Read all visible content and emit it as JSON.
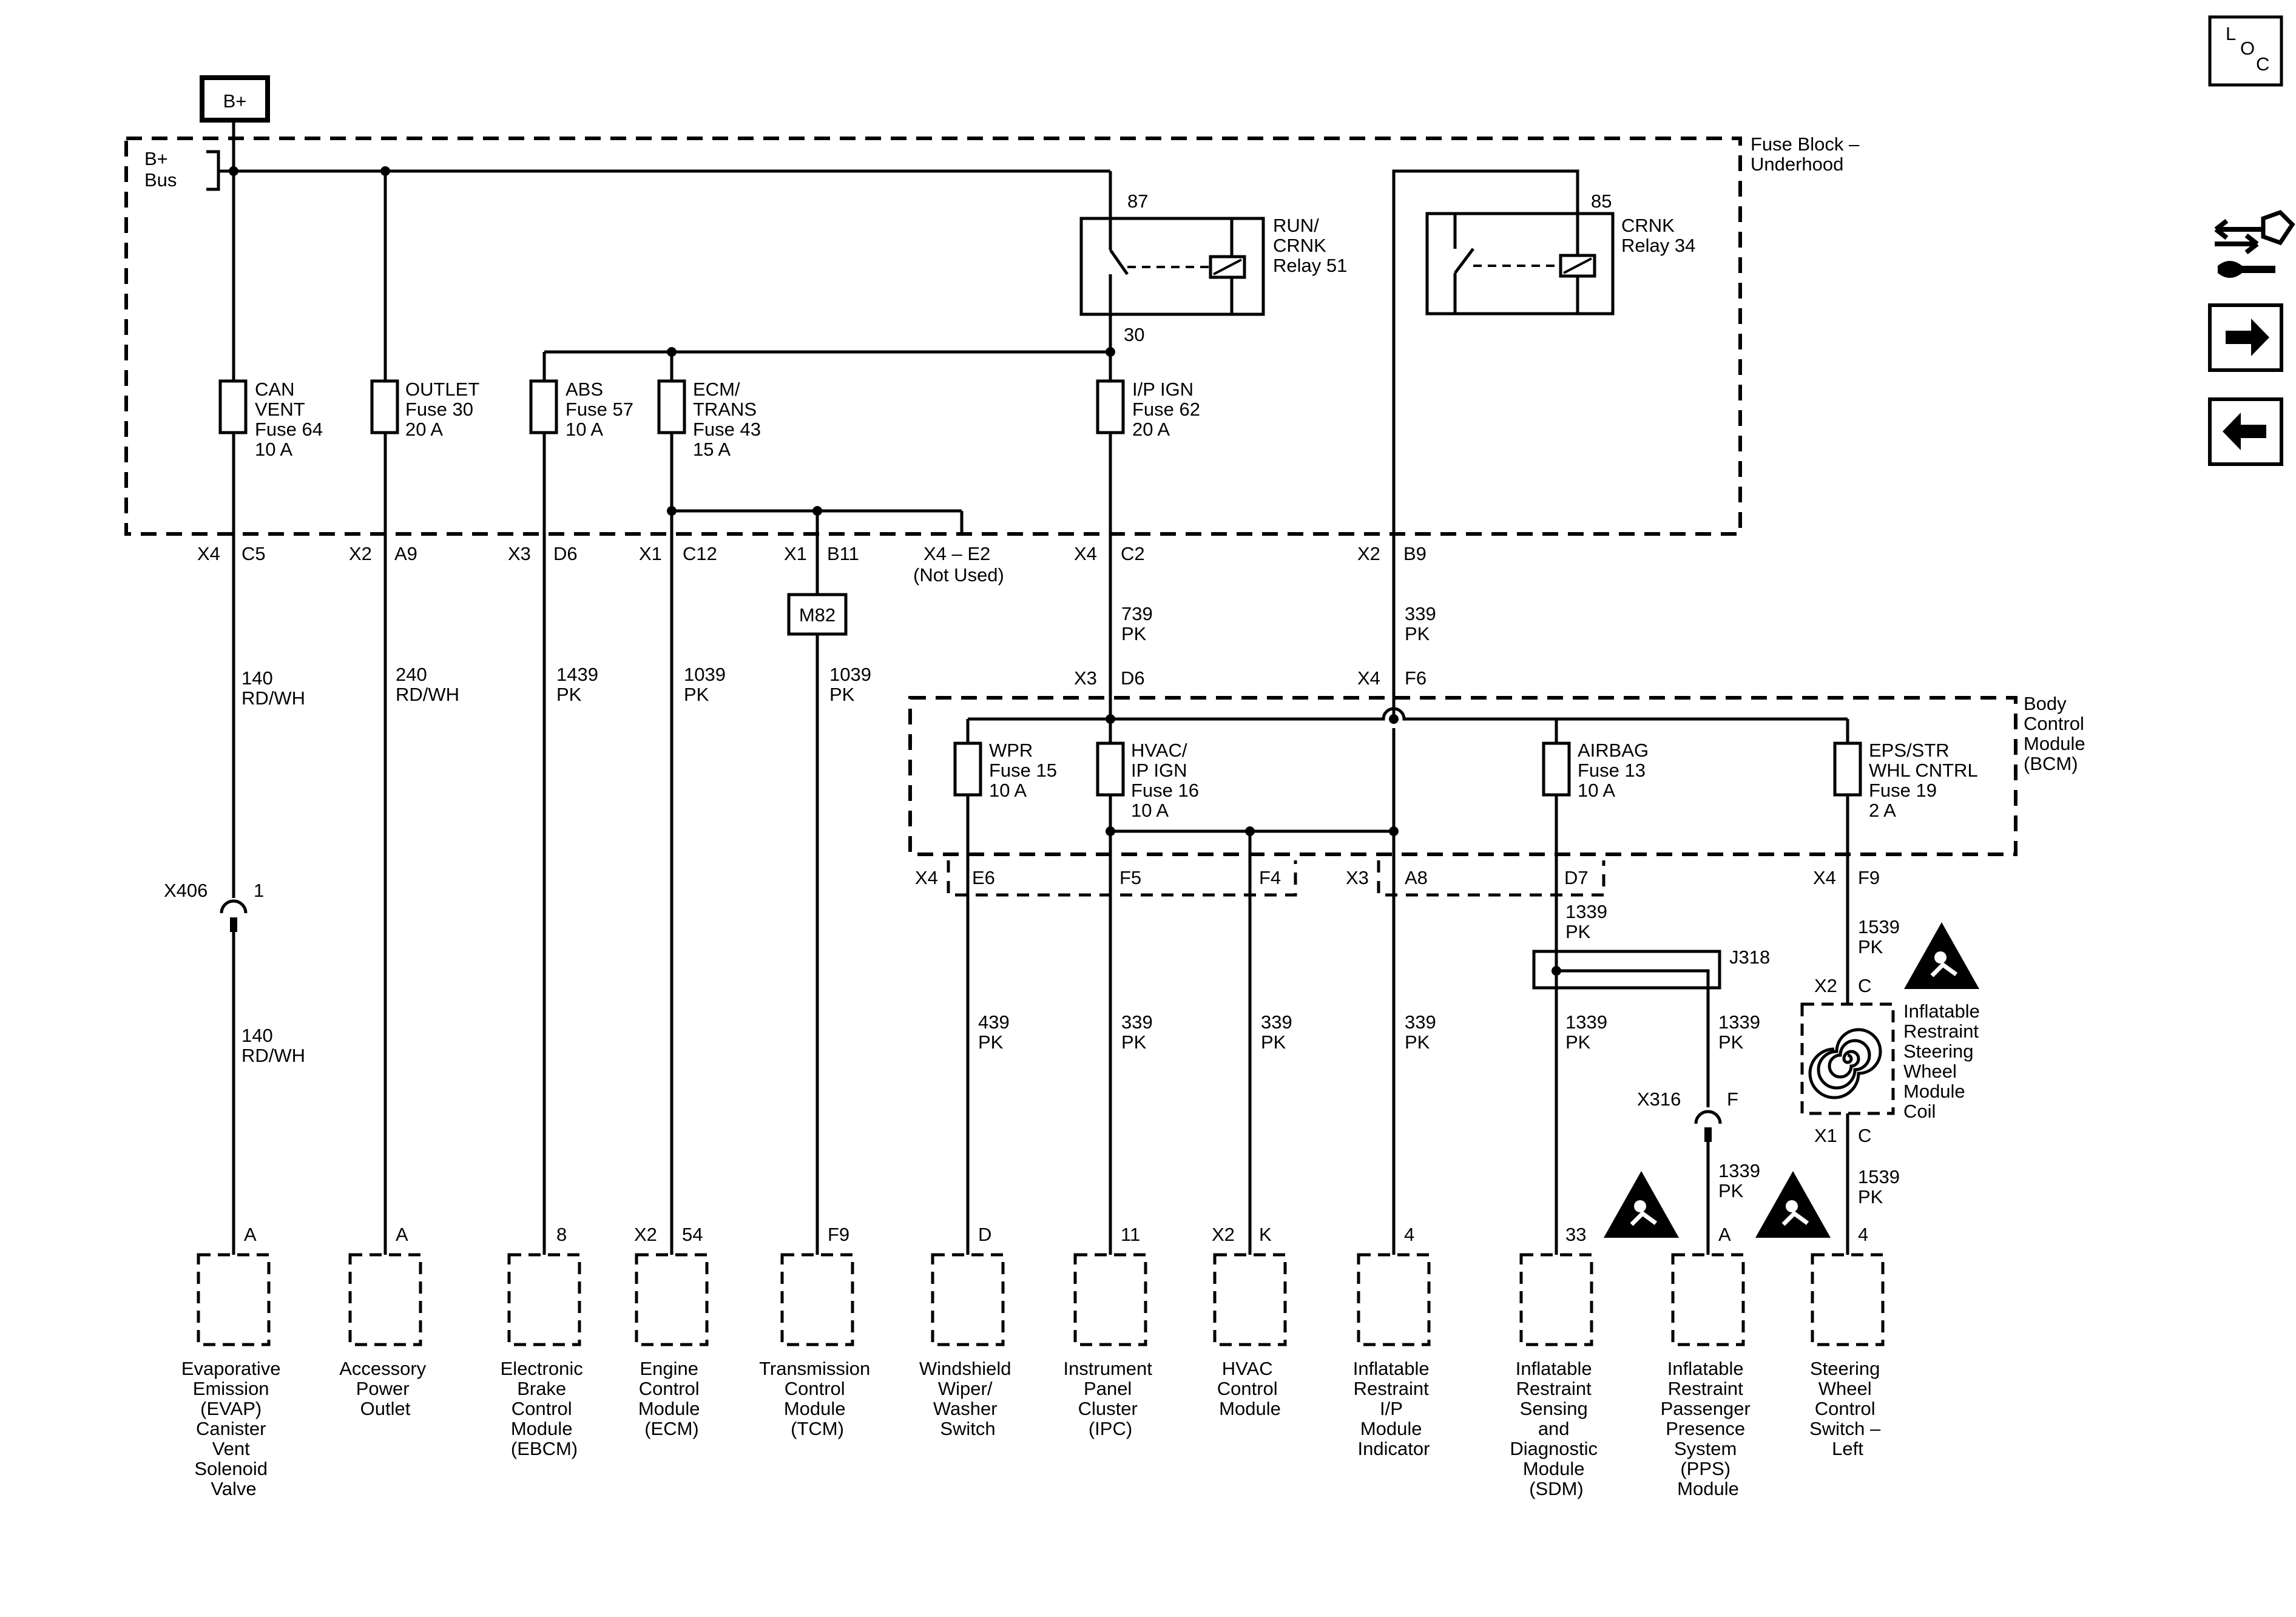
{
  "top": {
    "bplus": "B+",
    "bplus_bus": [
      "B+",
      "Bus"
    ]
  },
  "fuse_block": {
    "label": [
      "Fuse Block –",
      "Underhood"
    ]
  },
  "bcm": {
    "label": [
      "Body",
      "Control",
      "Module",
      "(BCM)"
    ]
  },
  "relays": [
    {
      "pin_in": "87",
      "pin_out": "30",
      "label": [
        "RUN/",
        "CRNK",
        "Relay 51"
      ]
    },
    {
      "pin_in": "85",
      "label": [
        "CRNK",
        "Relay 34"
      ]
    }
  ],
  "fuses_underhood": [
    {
      "label": [
        "CAN",
        "VENT",
        "Fuse 64",
        "10 A"
      ]
    },
    {
      "label": [
        "OUTLET",
        "Fuse 30",
        "20 A"
      ]
    },
    {
      "label": [
        "ABS",
        "Fuse 57",
        "10 A"
      ]
    },
    {
      "label": [
        "ECM/",
        "TRANS",
        "Fuse 43",
        "15 A"
      ]
    },
    {
      "label": [
        "I/P IGN",
        "Fuse 62",
        "20 A"
      ]
    }
  ],
  "fuses_bcm": [
    {
      "label": [
        "WPR",
        "Fuse 15",
        "10 A"
      ]
    },
    {
      "label": [
        "HVAC/",
        "IP IGN",
        "Fuse 16",
        "10 A"
      ]
    },
    {
      "label": [
        "AIRBAG",
        "Fuse 13",
        "10 A"
      ]
    },
    {
      "label": [
        "EPS/STR",
        "WHL CNTRL",
        "Fuse 19",
        "2 A"
      ]
    }
  ],
  "block_pins": [
    [
      "X4",
      "C5"
    ],
    [
      "X2",
      "A9"
    ],
    [
      "X3",
      "D6"
    ],
    [
      "X1",
      "C12"
    ],
    [
      "X1",
      "B11"
    ],
    [
      "X4 – E2",
      "(Not Used)"
    ],
    [
      "X4",
      "C2"
    ],
    [
      "X2",
      "B9"
    ]
  ],
  "bcm_in_pins": [
    [
      "X3",
      "D6"
    ],
    [
      "X4",
      "F6"
    ]
  ],
  "bcm_out_pins": [
    [
      "X4",
      "E6"
    ],
    [
      "F5"
    ],
    [
      "F4"
    ],
    [
      "X3",
      "A8"
    ],
    [
      "D7"
    ],
    [
      "X4",
      "F9"
    ]
  ],
  "wires": [
    [
      "140",
      "RD/WH"
    ],
    [
      "240",
      "RD/WH"
    ],
    [
      "1439",
      "PK"
    ],
    [
      "1039",
      "PK"
    ],
    [
      "1039",
      "PK"
    ],
    [
      "739",
      "PK"
    ],
    [
      "339",
      "PK"
    ],
    [
      "140",
      "RD/WH"
    ],
    [
      "439",
      "PK"
    ],
    [
      "339",
      "PK"
    ],
    [
      "339",
      "PK"
    ],
    [
      "339",
      "PK"
    ],
    [
      "1339",
      "PK"
    ],
    [
      "1339",
      "PK"
    ],
    [
      "1339",
      "PK"
    ],
    [
      "1339",
      "PK"
    ],
    [
      "1539",
      "PK"
    ],
    [
      "1539",
      "PK"
    ]
  ],
  "splice": {
    "m82": "M82",
    "j318": "J318"
  },
  "inline_connectors": {
    "x406": [
      "X406",
      "1"
    ],
    "x316": [
      "X316",
      "F"
    ],
    "coil_top": [
      "X2",
      "C"
    ],
    "coil_bottom": [
      "X1",
      "C"
    ]
  },
  "coil_label": [
    "Inflatable",
    "Restraint",
    "Steering",
    "Wheel",
    "Module",
    "Coil"
  ],
  "modules": [
    {
      "pin": [
        "A"
      ],
      "name": [
        "Evaporative",
        "Emission",
        "(EVAP)",
        "Canister",
        "Vent",
        "Solenoid",
        "Valve"
      ]
    },
    {
      "pin": [
        "A"
      ],
      "name": [
        "Accessory",
        "Power",
        "Outlet"
      ]
    },
    {
      "pin": [
        "8"
      ],
      "name": [
        "Electronic",
        "Brake",
        "Control",
        "Module",
        "(EBCM)"
      ]
    },
    {
      "pin": [
        "X2",
        "54"
      ],
      "name": [
        "Engine",
        "Control",
        "Module",
        "(ECM)"
      ]
    },
    {
      "pin": [
        "F9"
      ],
      "name": [
        "Transmission",
        "Control",
        "Module",
        "(TCM)"
      ]
    },
    {
      "pin": [
        "D"
      ],
      "name": [
        "Windshield",
        "Wiper/",
        "Washer",
        "Switch"
      ]
    },
    {
      "pin": [
        "11"
      ],
      "name": [
        "Instrument",
        "Panel",
        "Cluster",
        "(IPC)"
      ]
    },
    {
      "pin": [
        "X2",
        "K"
      ],
      "name": [
        "HVAC",
        "Control",
        "Module"
      ]
    },
    {
      "pin": [
        "4"
      ],
      "name": [
        "Inflatable",
        "Restraint",
        "I/P",
        "Module",
        "Indicator"
      ]
    },
    {
      "pin": [
        "33"
      ],
      "name": [
        "Inflatable",
        "Restraint",
        "Sensing",
        "and",
        "Diagnostic",
        "Module",
        "(SDM)"
      ]
    },
    {
      "pin": [
        "A"
      ],
      "name": [
        "Inflatable",
        "Restraint",
        "Passenger",
        "Presence",
        "System",
        "(PPS)",
        "Module"
      ]
    },
    {
      "pin": [
        "4"
      ],
      "name": [
        "Steering",
        "Wheel",
        "Control",
        "Switch –",
        "Left"
      ]
    }
  ],
  "loc_box": [
    "L",
    "O",
    "C"
  ],
  "icons": [
    "connector-icon",
    "next-arrow-icon",
    "back-arrow-icon",
    "airbag-warning-icon"
  ]
}
